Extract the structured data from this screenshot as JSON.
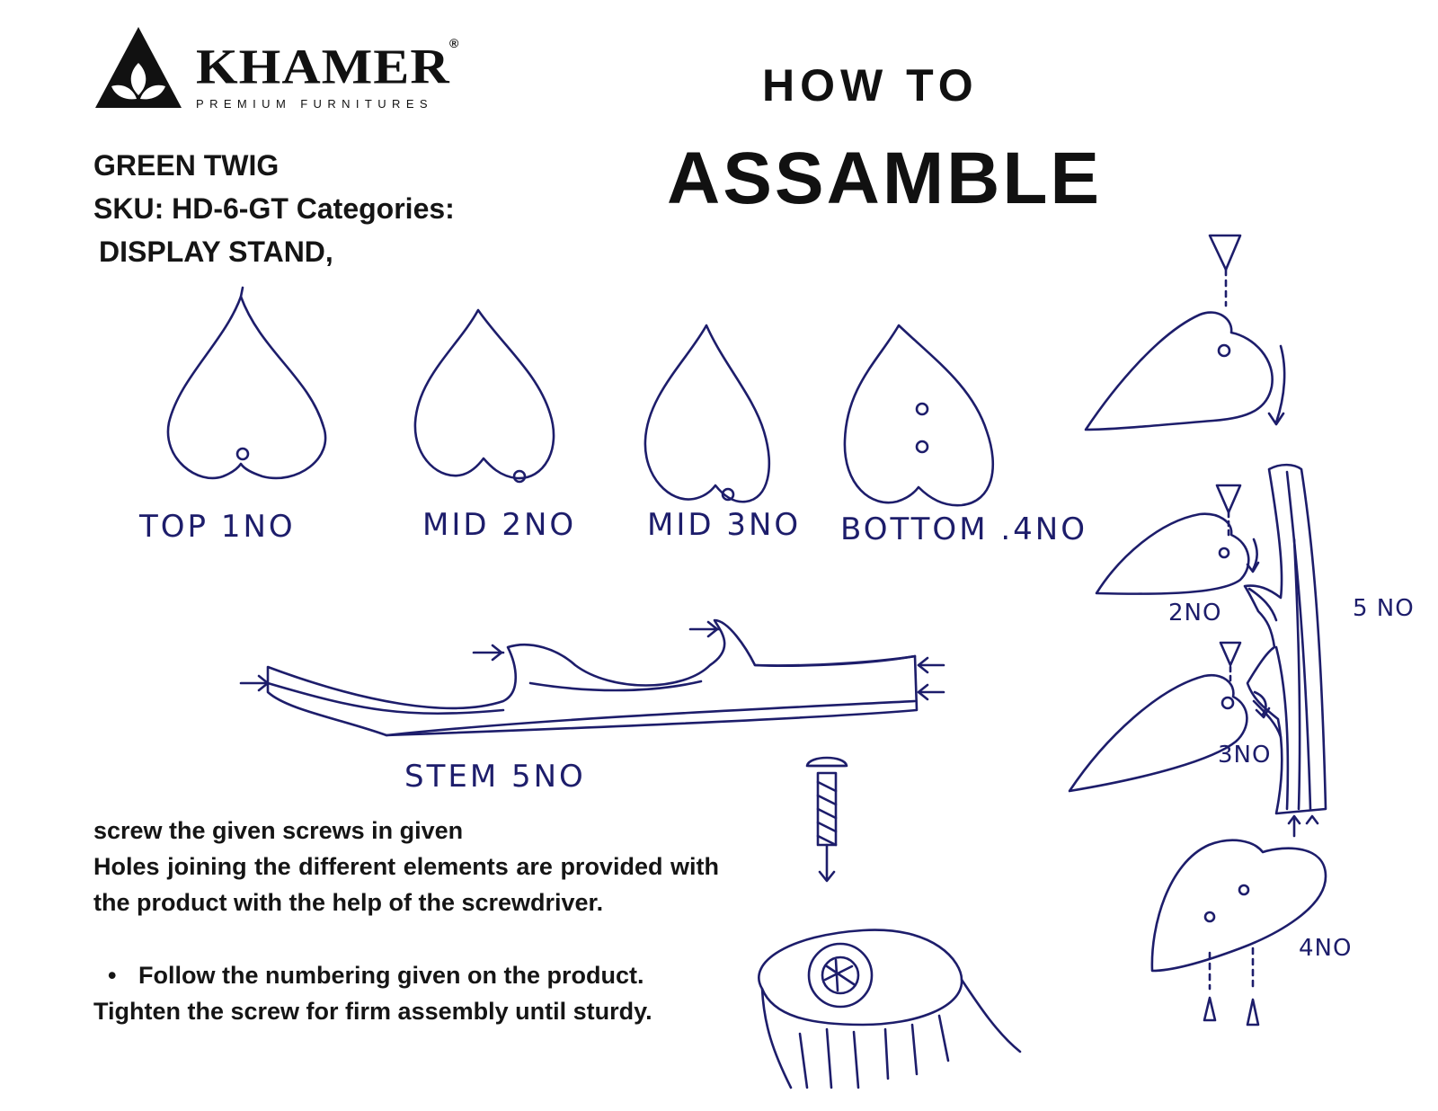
{
  "brand": {
    "name": "KHAMER",
    "registered": "®",
    "tagline": "PREMIUM FURNITURES"
  },
  "title": {
    "line1": "HOW TO",
    "line2": "ASSAMBLE"
  },
  "product": {
    "name": "GREEN TWIG",
    "sku_line": "SKU: HD-6-GT Categories:",
    "category": "DISPLAY STAND,"
  },
  "parts": {
    "top": "TOP 1NO",
    "mid2": "MID 2NO",
    "mid3": "MID 3NO",
    "bottom": "BOTTOM .4NO",
    "stem": "STEM  5NO"
  },
  "diagram_labels": {
    "l2": "2NO",
    "l3": "3NO",
    "l4": "4NO",
    "l5": "5 NO"
  },
  "instructions": {
    "line1": "screw the given screws in given",
    "line2": "Holes joining the different elements are provided with the product with the help of the screwdriver.",
    "bullet": "Follow the numbering given on the product.",
    "line4": "Tighten the screw for firm assembly until sturdy."
  },
  "colors": {
    "ink": "#1d1d6b",
    "text": "#151515",
    "background": "#ffffff"
  }
}
